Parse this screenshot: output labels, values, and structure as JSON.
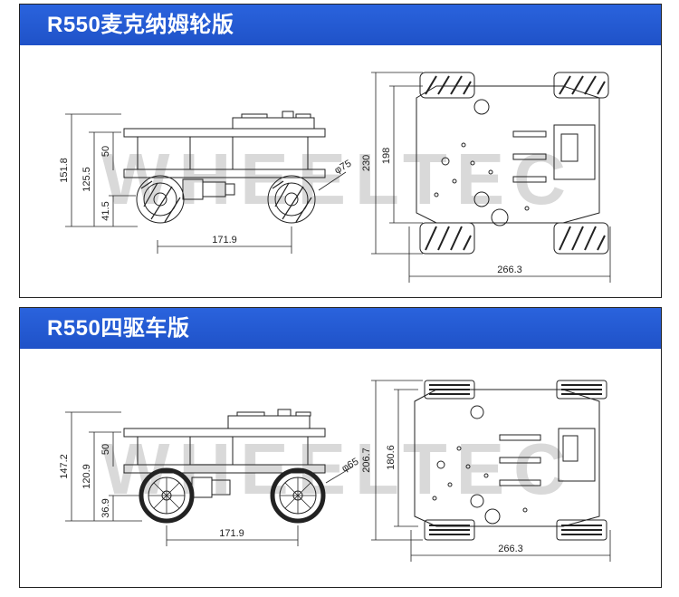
{
  "sections": [
    {
      "title": "R550麦克纳姆轮版",
      "dims": {
        "total_height": "151.8",
        "upper": "50",
        "mid": "125.5",
        "lower": "41.5",
        "wheelbase": "171.9",
        "wheel_dia": "φ75",
        "width_outer": "230",
        "width_inner": "198",
        "length": "266.3"
      }
    },
    {
      "title": "R550四驱车版",
      "dims": {
        "total_height": "147.2",
        "upper": "50",
        "mid": "120.9",
        "lower": "36.9",
        "wheelbase": "171.9",
        "wheel_dia": "φ65",
        "width_outer": "206.7",
        "width_inner": "180.6",
        "length": "266.3"
      }
    }
  ],
  "watermark": "WHEELTEC"
}
